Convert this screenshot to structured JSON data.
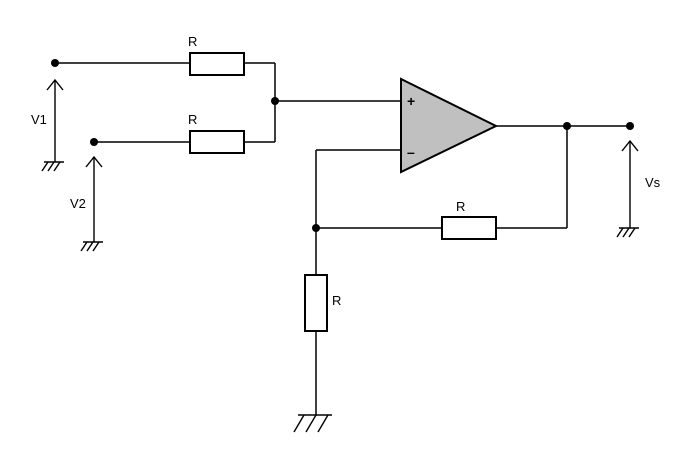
{
  "components": {
    "r_input_top": "R",
    "r_input_bottom": "R",
    "r_feedback": "R",
    "r_ground": "R"
  },
  "sources": {
    "v1": "V1",
    "v2": "V2",
    "vs": "Vs"
  },
  "opamp": {
    "plus": "+",
    "minus": "–",
    "fill_color": "#c0c0c0"
  }
}
